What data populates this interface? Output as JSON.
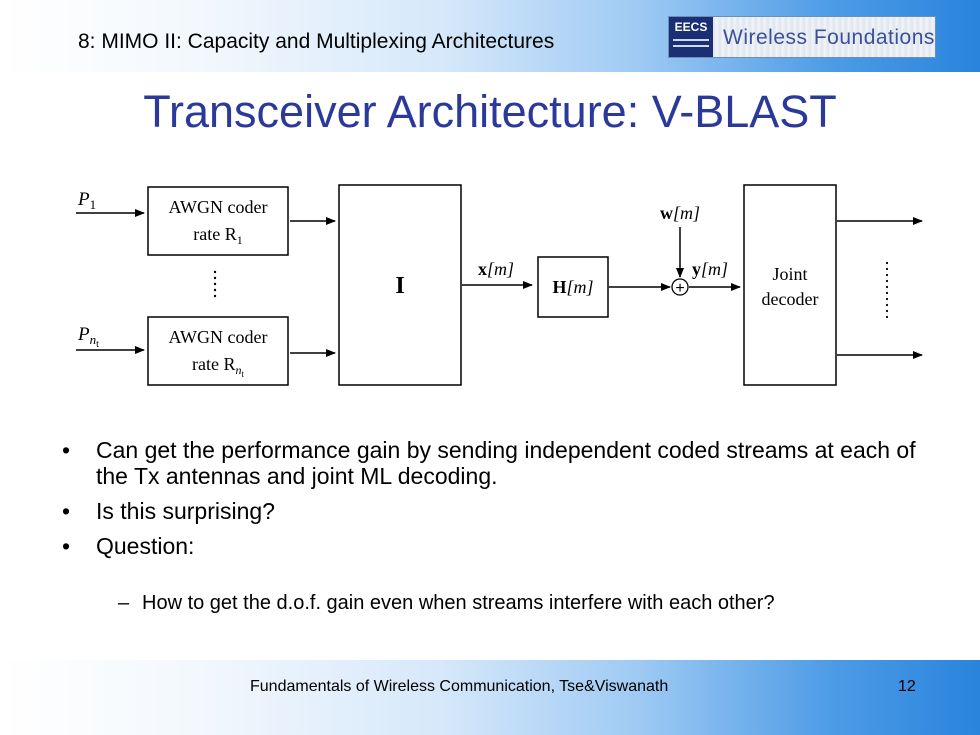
{
  "header": {
    "course_title": "8: MIMO II: Capacity and Multiplexing Architectures",
    "logo_badge": "EECS",
    "logo_text": "Wireless Foundations"
  },
  "slide": {
    "title": "Transceiver Architecture: V-BLAST"
  },
  "diagram": {
    "input_top": "P",
    "input_top_sub": "1",
    "input_bottom": "P",
    "input_bottom_sub": "n",
    "input_bottom_subsub": "t",
    "coder_top_line1": "AWGN coder",
    "coder_top_line2": "rate R",
    "coder_top_sub": "1",
    "coder_bottom_line1": "AWGN coder",
    "coder_bottom_line2": "rate R",
    "coder_bottom_sub": "n",
    "coder_bottom_subsub": "t",
    "interleaver_label": "I",
    "x_label": "x",
    "x_arg": "[m]",
    "h_label": "H",
    "h_arg": "[m]",
    "w_label": "w",
    "w_arg": "[m]",
    "y_label": "y",
    "y_arg": "[m]",
    "plus_symbol": "+",
    "decoder_line1": "Joint",
    "decoder_line2": "decoder"
  },
  "bullets": [
    {
      "marker": "•",
      "text": "Can get the performance gain by sending independent coded streams at each of the Tx antennas and joint ML decoding."
    },
    {
      "marker": "•",
      "text": "Is this surprising?"
    },
    {
      "marker": "•",
      "text": "Question:"
    }
  ],
  "sub_bullet": {
    "marker": "–",
    "text": "How to get the d.o.f. gain even when streams interfere with each other?"
  },
  "footer": {
    "text": "Fundamentals of Wireless Communication, Tse&Viswanath",
    "page": "12"
  },
  "colors": {
    "title": "#2b3a9a",
    "band_light": "#d6e8fa",
    "band_dark": "#2a84dc"
  }
}
